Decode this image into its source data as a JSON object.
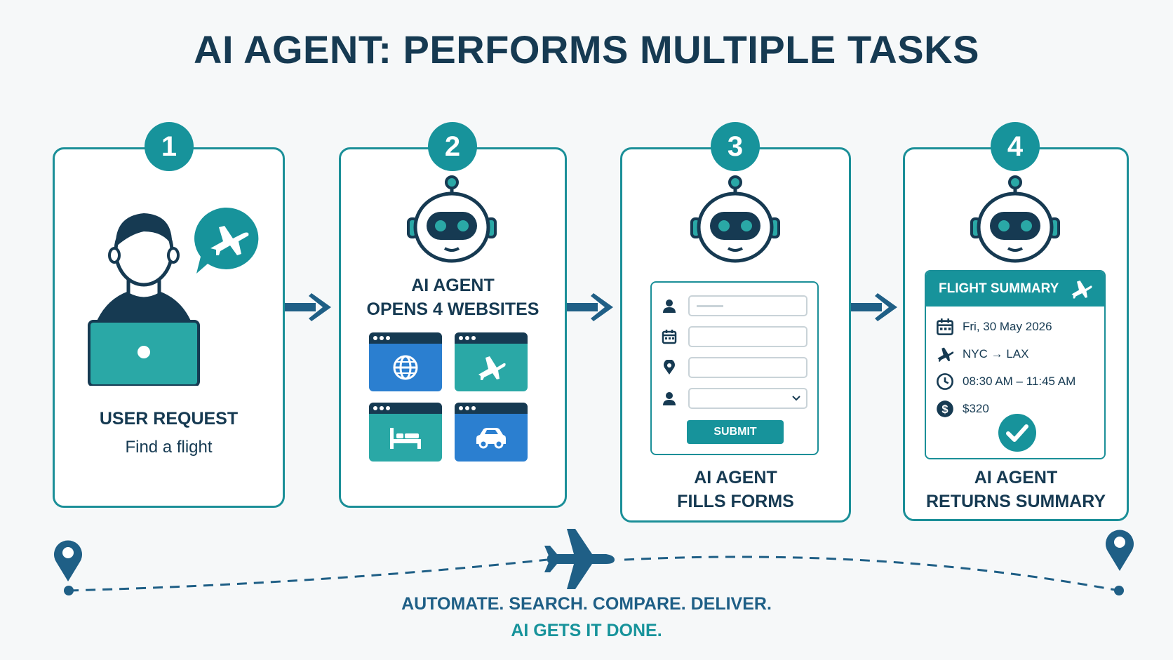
{
  "title": "AI AGENT: PERFORMS MULTIPLE TASKS",
  "steps": [
    {
      "number": "1",
      "title": "USER REQUEST",
      "subtitle": "Find a flight"
    },
    {
      "number": "2",
      "title_line1": "AI AGENT",
      "title_line2": "OPENS 4 WEBSITES"
    },
    {
      "number": "3",
      "title_line1": "AI AGENT",
      "title_line2": "FILLS FORMS",
      "submit_label": "SUBMIT"
    },
    {
      "number": "4",
      "title_line1": "AI AGENT",
      "title_line2": "RETURNS SUMMARY"
    }
  ],
  "websites": [
    {
      "icon": "globe-icon",
      "color": "#2b7fd0"
    },
    {
      "icon": "airplane-icon",
      "color": "#2aa8a6"
    },
    {
      "icon": "bed-icon",
      "color": "#2aa8a6"
    },
    {
      "icon": "car-icon",
      "color": "#2b7fd0"
    }
  ],
  "form_fields": [
    {
      "icon": "user-icon"
    },
    {
      "icon": "calendar-icon"
    },
    {
      "icon": "location-pin-icon"
    },
    {
      "icon": "user-icon",
      "dropdown": true
    }
  ],
  "summary": {
    "header": "FLIGHT SUMMARY",
    "date": "Fri, 30 May 2026",
    "route": "NYC → LAX",
    "time": "08:30 AM – 11:45 AM",
    "price": "$320"
  },
  "tagline": {
    "line1": "AUTOMATE. SEARCH. COMPARE. DELIVER.",
    "line2": "AI GETS IT DONE."
  },
  "colors": {
    "teal": "#17939b",
    "navy": "#163a52",
    "blue": "#2b7fd0",
    "background": "#f6f8f9"
  }
}
